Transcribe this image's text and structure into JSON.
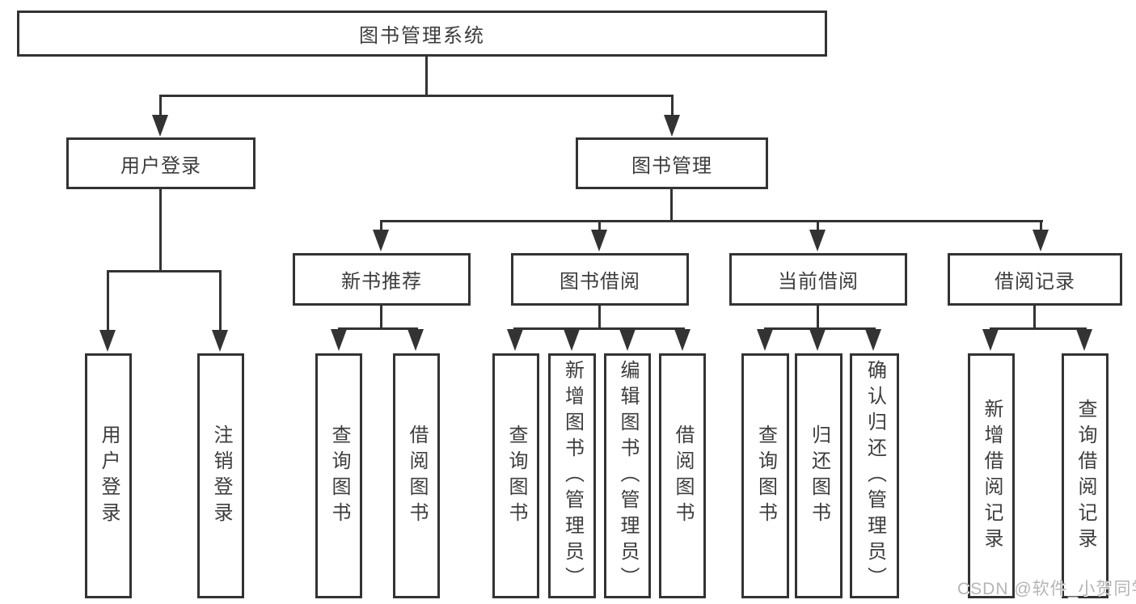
{
  "diagram": {
    "root": {
      "label": "图书管理系统"
    },
    "branches": [
      {
        "label": "用户登录",
        "leaves": [
          {
            "label": "用户登录"
          },
          {
            "label": "注销登录"
          }
        ]
      },
      {
        "label": "图书管理",
        "groups": [
          {
            "label": "新书推荐",
            "leaves": [
              {
                "label": "查询图书"
              },
              {
                "label": "借阅图书"
              }
            ]
          },
          {
            "label": "图书借阅",
            "leaves": [
              {
                "label": "查询图书"
              },
              {
                "label": "新增图书（管理员）"
              },
              {
                "label": "编辑图书（管理员）"
              },
              {
                "label": "借阅图书"
              }
            ]
          },
          {
            "label": "当前借阅",
            "leaves": [
              {
                "label": "查询图书"
              },
              {
                "label": "归还图书"
              },
              {
                "label": "确认归还（管理员）"
              }
            ]
          },
          {
            "label": "借阅记录",
            "leaves": [
              {
                "label": "新增借阅记录"
              },
              {
                "label": "查询借阅记录"
              }
            ]
          }
        ]
      }
    ]
  },
  "watermark": {
    "text": "CSDN @软件_小贺同学"
  },
  "colors": {
    "line": "#333333",
    "text": "#3d3d3d",
    "watermark": "#b5b5b5",
    "background": "#ffffff"
  }
}
